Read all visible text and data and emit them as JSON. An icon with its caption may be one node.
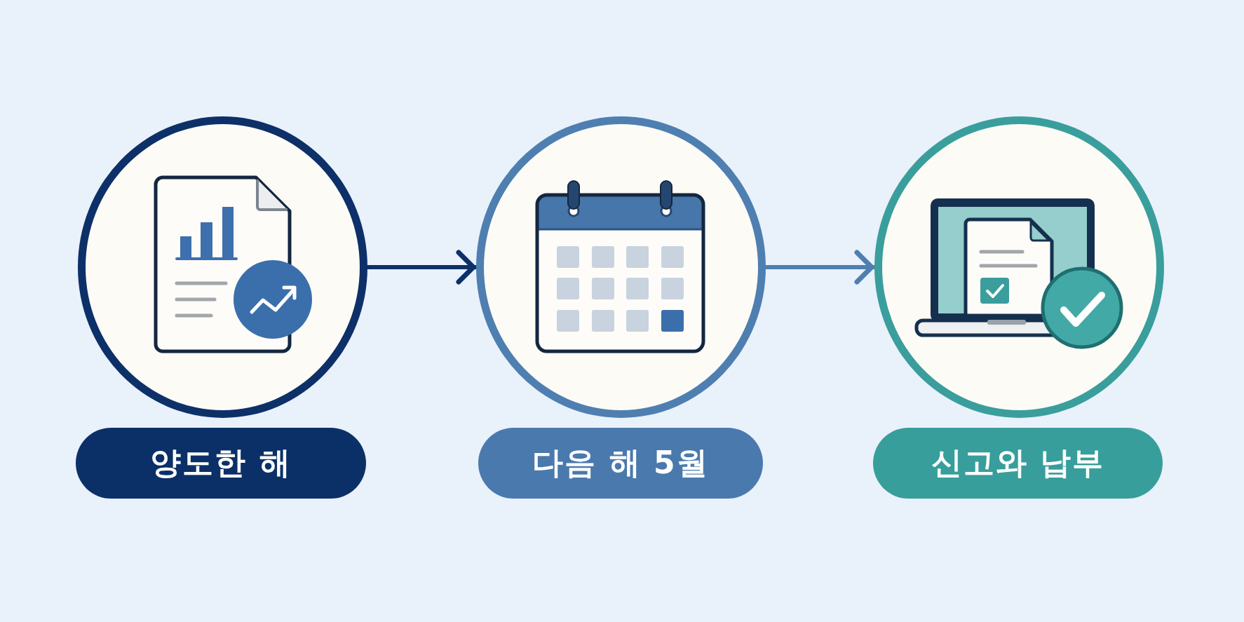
{
  "diagram": {
    "nodes": [
      {
        "text": [],
        "shape": "circle"
      },
      {
        "text": [],
        "shape": "circle"
      },
      {
        "text": [],
        "shape": "circle"
      },
      {
        "text": [
          "양도한 해"
        ]
      },
      {
        "text": [
          "다음 해 5월"
        ]
      },
      {
        "text": [
          "신고와 납부"
        ]
      }
    ],
    "edges": [
      {
        "from": 0,
        "to": 1,
        "arrow": "to",
        "color": "#0d3068"
      },
      {
        "from": 1,
        "to": 2,
        "arrow": "to",
        "color": "#4e7fb0"
      }
    ]
  }
}
